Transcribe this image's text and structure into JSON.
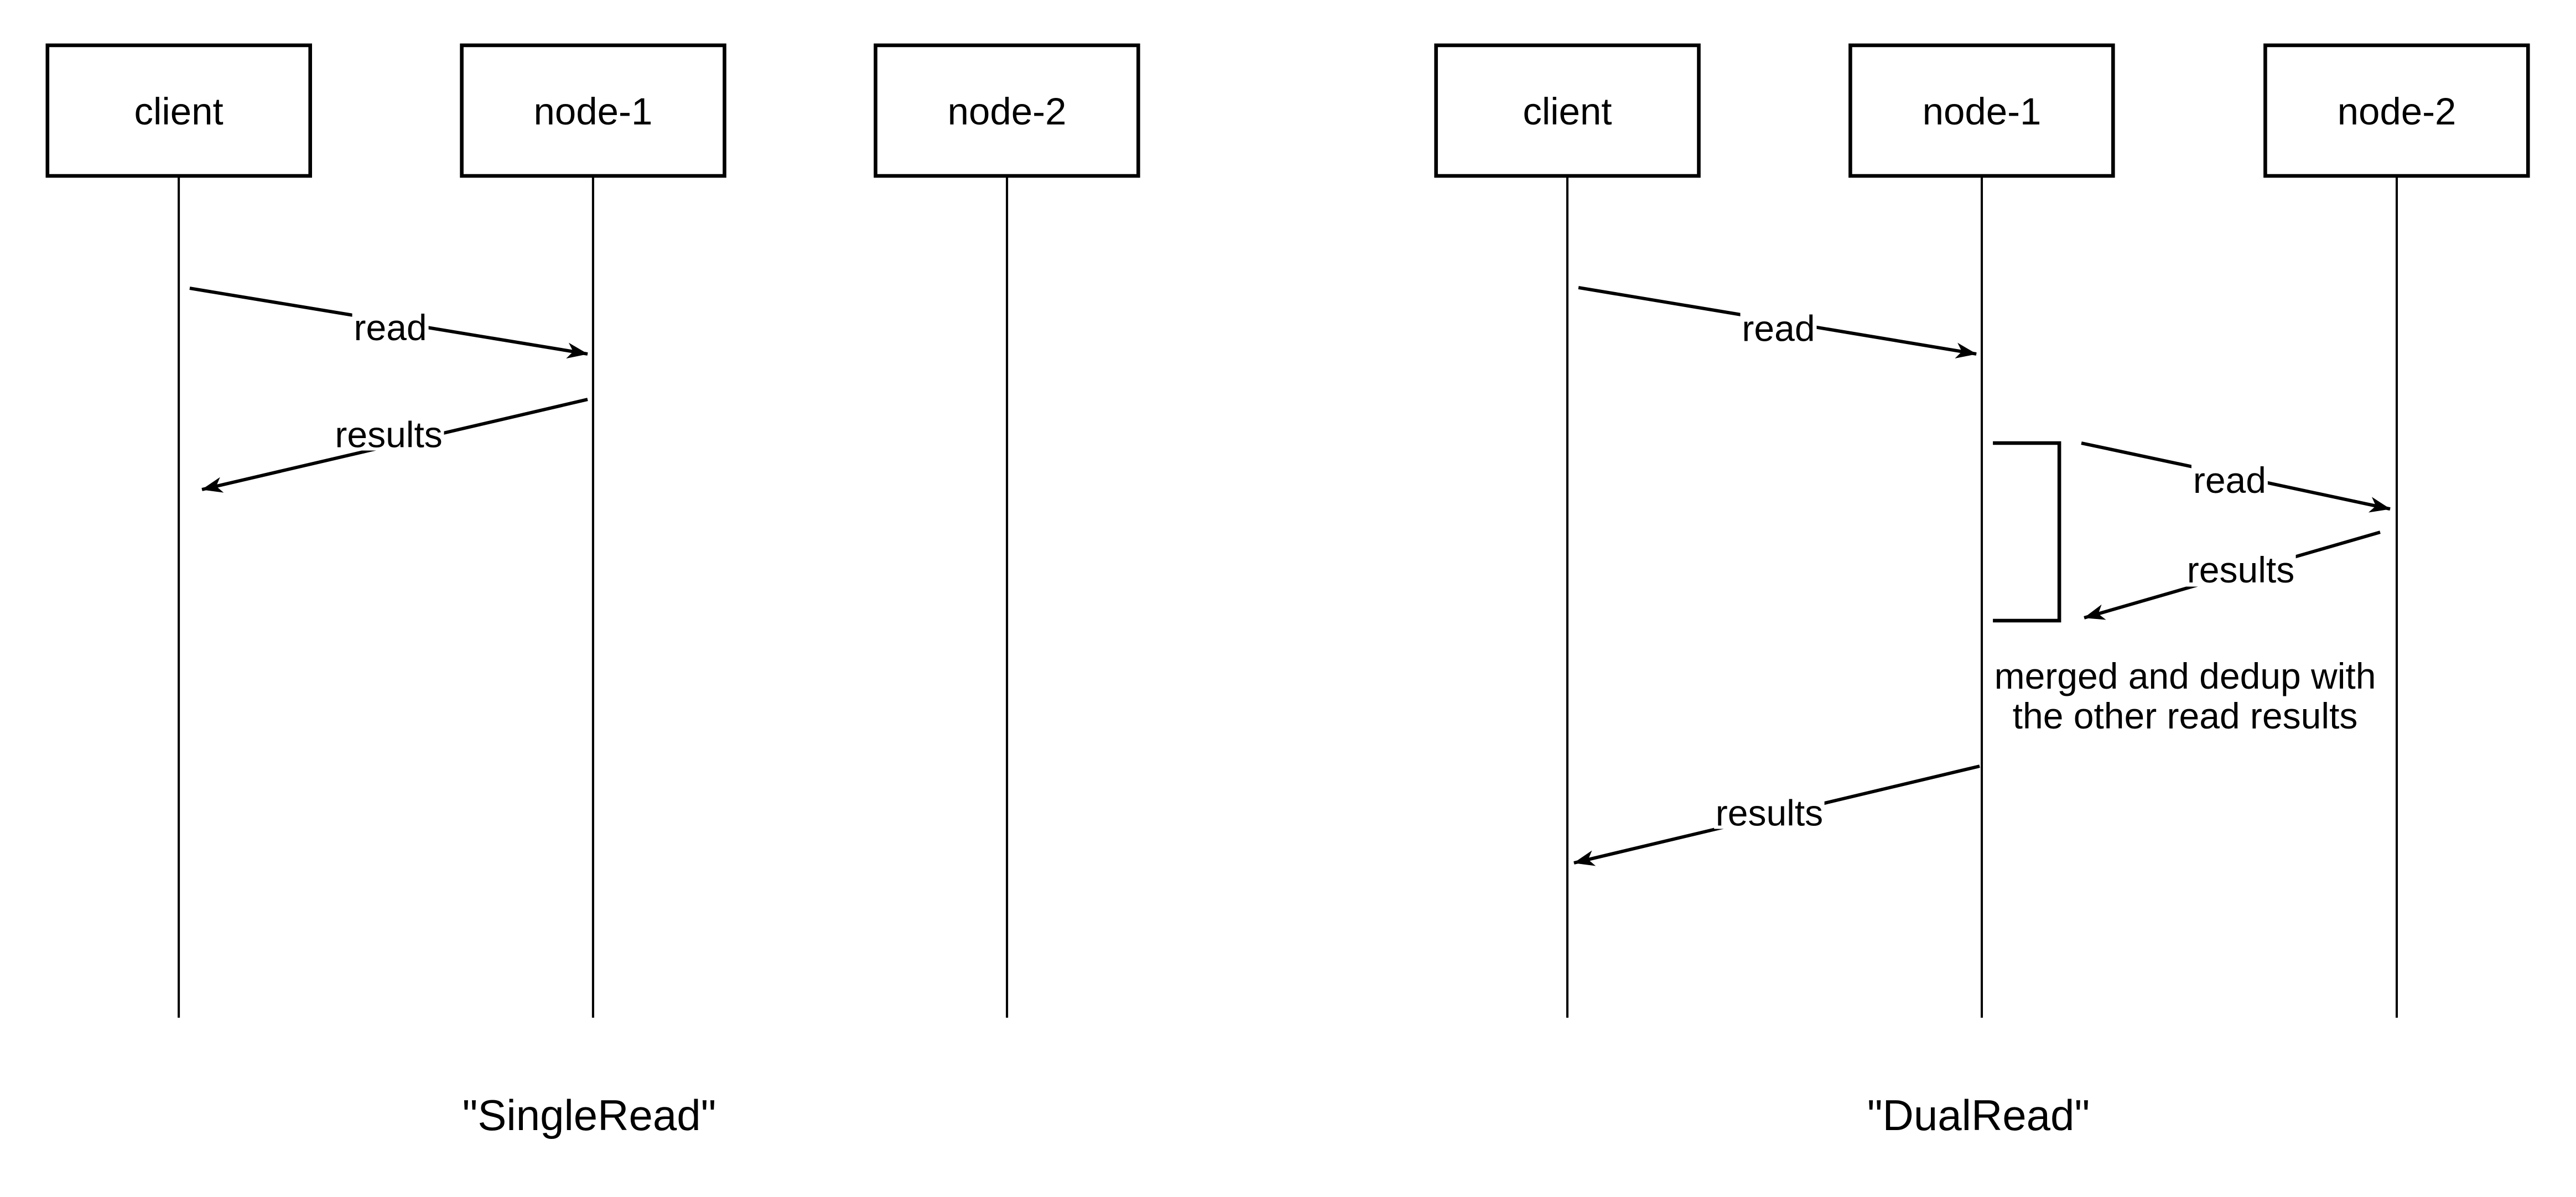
{
  "colors": {
    "stroke": "#000000",
    "background": "#ffffff"
  },
  "diagrams": [
    {
      "caption": "\"SingleRead\"",
      "actors": [
        {
          "label": "client"
        },
        {
          "label": "node-1"
        },
        {
          "label": "node-2"
        }
      ],
      "messages": [
        {
          "label": "read",
          "from": "client",
          "to": "node-1"
        },
        {
          "label": "results",
          "from": "node-1",
          "to": "client"
        }
      ]
    },
    {
      "caption": "\"DualRead\"",
      "actors": [
        {
          "label": "client"
        },
        {
          "label": "node-1"
        },
        {
          "label": "node-2"
        }
      ],
      "messages": [
        {
          "label": "read",
          "from": "client",
          "to": "node-1"
        },
        {
          "label": "read",
          "from": "node-1",
          "to": "node-2"
        },
        {
          "label": "results",
          "from": "node-2",
          "to": "node-1"
        },
        {
          "label": "results",
          "from": "node-1",
          "to": "client"
        }
      ],
      "note": {
        "line1": "merged and dedup with",
        "line2": "the other read results"
      }
    }
  ]
}
